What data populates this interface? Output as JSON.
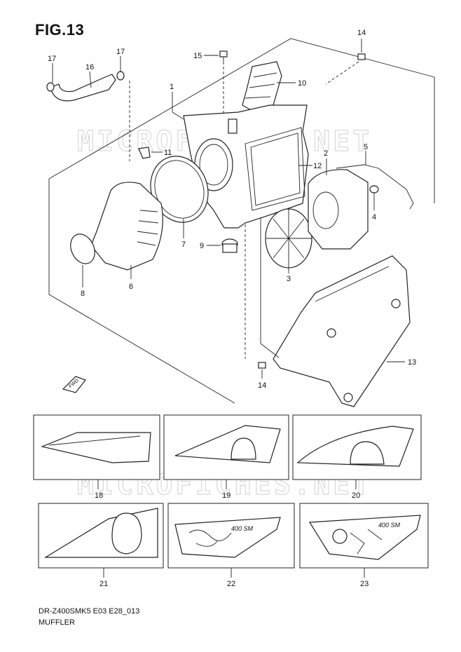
{
  "figure": {
    "title": "FIG.13"
  },
  "watermark": "MICROFICHES.NET",
  "fwd_marker": "FWD",
  "callouts": {
    "p1": "1",
    "p2": "2",
    "p3": "3",
    "p4": "4",
    "p5": "5",
    "p6": "6",
    "p7": "7",
    "p8": "8",
    "p9": "9",
    "p10": "10",
    "p11": "11",
    "p12": "12",
    "p13": "13",
    "p14a": "14",
    "p14b": "14",
    "p15": "15",
    "p16": "16",
    "p17a": "17",
    "p17b": "17"
  },
  "panels": [
    {
      "label": "18"
    },
    {
      "label": "19"
    },
    {
      "label": "20"
    },
    {
      "label": "21"
    },
    {
      "label": "22"
    },
    {
      "label": "23"
    }
  ],
  "decal_text": "400 SM",
  "footer": {
    "code": "DR-Z400SMK5 E03 E28_013",
    "name": "MUFFLER"
  },
  "colors": {
    "line": "#222222",
    "watermark": "#d9d9d9",
    "background": "#ffffff"
  }
}
